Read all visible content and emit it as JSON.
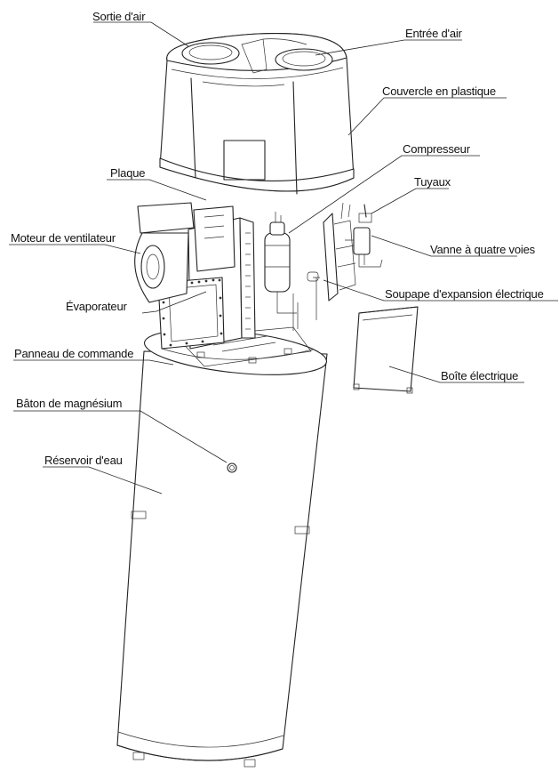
{
  "labels": {
    "sortie_air": "Sortie d'air",
    "entree_air": "Entrée d'air",
    "couvercle": "Couvercle en plastique",
    "compresseur": "Compresseur",
    "plaque": "Plaque",
    "tuyaux": "Tuyaux",
    "moteur": "Moteur de ventilateur",
    "vanne": "Vanne à quatre voies",
    "evaporateur": "Évaporateur",
    "soupape": "Soupape d'expansion électrique",
    "panneau": "Panneau de commande",
    "boite": "Boîte électrique",
    "baton": "Bâton de magnésium",
    "reservoir": "Réservoir d'eau"
  }
}
